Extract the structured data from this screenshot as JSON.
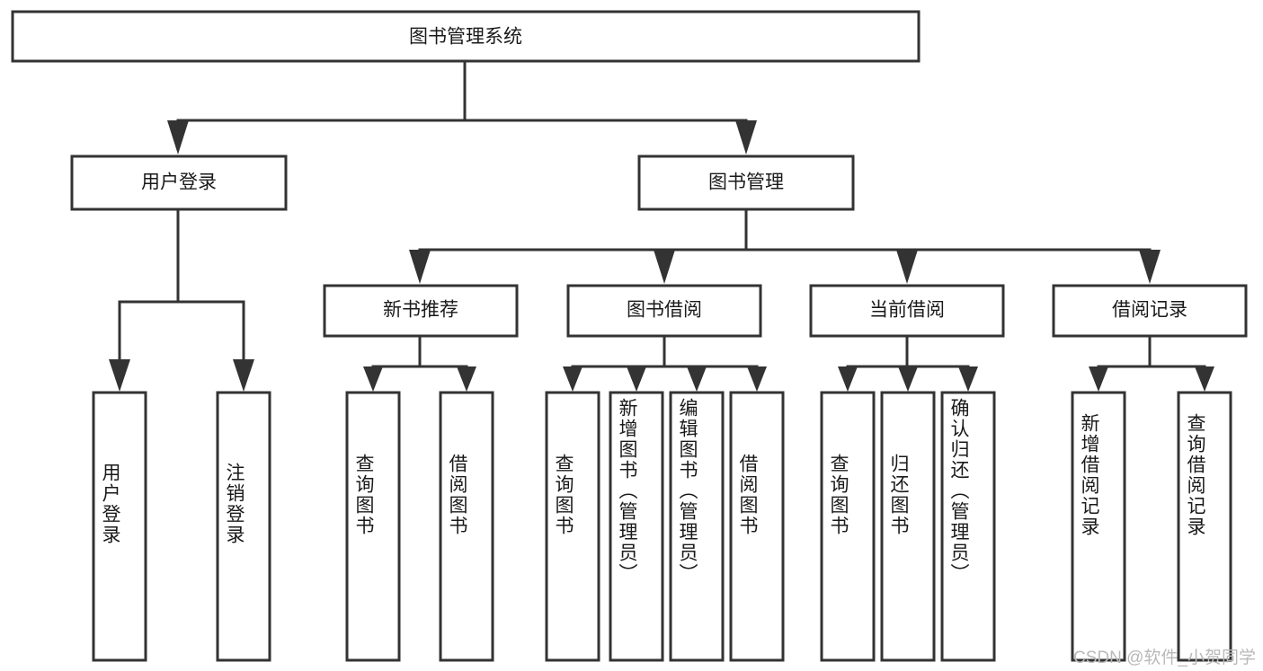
{
  "diagram": {
    "type": "tree-hierarchy",
    "title": "图书管理系统",
    "watermark": "CSDN @软件_小贺同学",
    "colors": {
      "box_fill": "#ffffff",
      "box_stroke": "#333333",
      "text": "#1a1a1a",
      "watermark": "#b9b9b9",
      "background": "#ffffff"
    },
    "levels": {
      "root": {
        "label": "图书管理系统"
      },
      "level2": [
        {
          "label": "用户登录"
        },
        {
          "label": "图书管理"
        }
      ],
      "level3": [
        {
          "label": "新书推荐"
        },
        {
          "label": "图书借阅"
        },
        {
          "label": "当前借阅"
        },
        {
          "label": "借阅记录"
        }
      ]
    },
    "leaves": {
      "user_login": [
        {
          "label": "用户登录"
        },
        {
          "label": "注销登录"
        }
      ],
      "new_book_recommend": [
        {
          "label": "查询图书"
        },
        {
          "label": "借阅图书"
        }
      ],
      "book_borrow": [
        {
          "label": "查询图书"
        },
        {
          "label": "新增图书（管理员）"
        },
        {
          "label": "编辑图书（管理员）"
        },
        {
          "label": "借阅图书"
        }
      ],
      "current_borrow": [
        {
          "label": "查询图书"
        },
        {
          "label": "归还图书"
        },
        {
          "label": "确认归还（管理员）"
        }
      ],
      "borrow_record": [
        {
          "label": "新增借阅记录"
        },
        {
          "label": "查询借阅记录"
        }
      ]
    }
  }
}
